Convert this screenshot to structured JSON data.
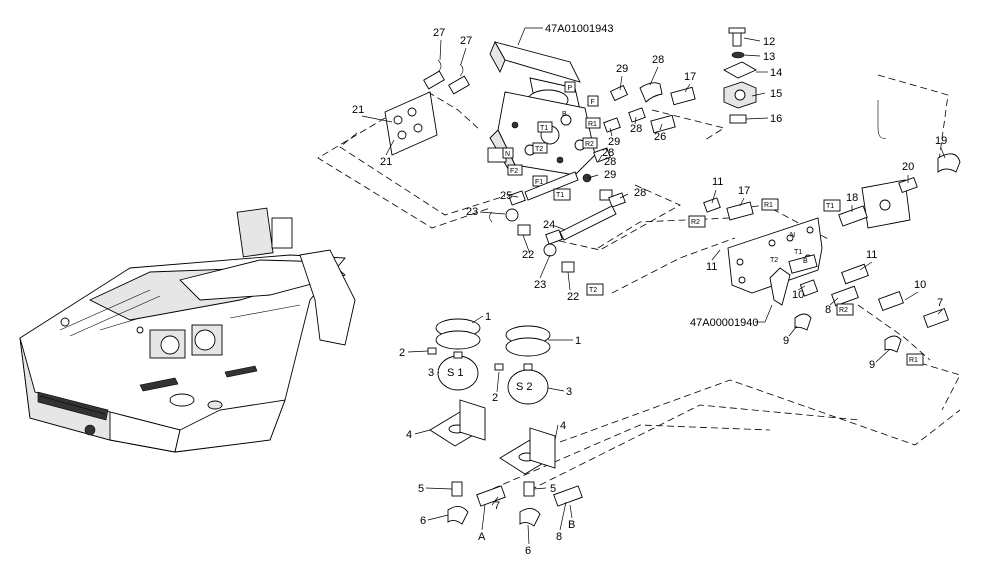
{
  "part_numbers": {
    "valve_assembly": "47A01001943",
    "manifold_plate": "47A00001940"
  },
  "accumulators": {
    "s1": "S 1",
    "s2": "S 2"
  },
  "port_letters": {
    "a": "A",
    "b": "B"
  },
  "valve_tags": {
    "p": "P",
    "f": "F",
    "t1": "T1",
    "r1": "R1",
    "r2": "R2",
    "t2": "T2",
    "n": "N",
    "f1": "F1",
    "f2": "F2",
    "b": "B"
  },
  "line_tags": {
    "t1_a": "T1",
    "r1_a": "R1",
    "r2_a": "R2",
    "t1_b": "T1",
    "t2_a": "T2",
    "r2_b": "R2",
    "r1_b": "R1"
  },
  "plate_marks": {
    "n": "N",
    "t2": "T2",
    "t1": "T1",
    "b": "B"
  },
  "callouts": {
    "c27a": "27",
    "c27b": "27",
    "c21a": "21",
    "c21b": "21",
    "c29a": "29",
    "c28a": "28",
    "c17a": "17",
    "c26": "26",
    "c28b": "28",
    "c29b": "29",
    "c28c": "28",
    "c29c": "29",
    "c28d": "28",
    "c28e": "28",
    "c25": "25",
    "c23a": "23",
    "c24": "24",
    "c22a": "22",
    "c22b": "22",
    "c23b": "23",
    "c12": "12",
    "c13": "13",
    "c14": "14",
    "c15": "15",
    "c16": "16",
    "c11a": "11",
    "c17b": "17",
    "c11b": "11",
    "c18": "18",
    "c19": "19",
    "c20": "20",
    "c11c": "11",
    "c10a": "10",
    "c8a": "8",
    "c9a": "9",
    "c10b": "10",
    "c7a": "7",
    "c9b": "9",
    "c1a": "1",
    "c2a": "2",
    "c3a": "3",
    "c4a": "4",
    "c5a": "5",
    "c6a": "6",
    "c7b": "7",
    "c1b": "1",
    "c2b": "2",
    "c3b": "3",
    "c4b": "4",
    "c5b": "5",
    "c6b": "6",
    "c8b": "8"
  }
}
